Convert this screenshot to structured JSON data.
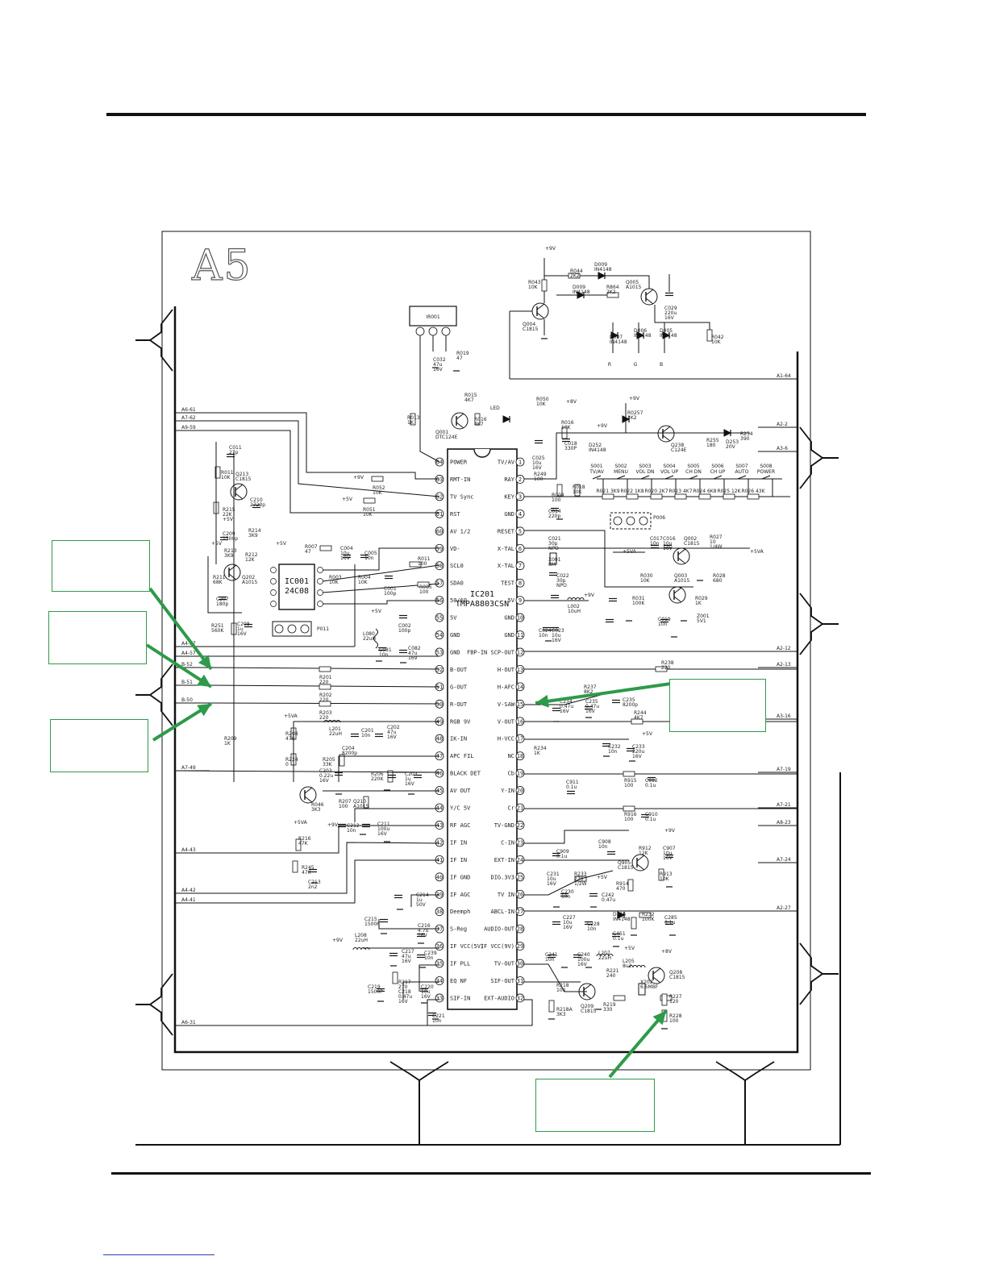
{
  "sheet": {
    "title": "A5",
    "ic_main": {
      "ref": "IC201",
      "part": "TMPA8803CSN"
    },
    "ic_eeprom": {
      "ref": "IC001",
      "part": "24C08"
    },
    "ir_module": "IR001",
    "p011": "P011",
    "p006": "P006",
    "left_pins": [
      {
        "n": "64",
        "l": "POWER"
      },
      {
        "n": "63",
        "l": "RMT-IN"
      },
      {
        "n": "62",
        "l": "TV Sync"
      },
      {
        "n": "61",
        "l": "RST"
      },
      {
        "n": "60",
        "l": "AV 1/2"
      },
      {
        "n": "59",
        "l": "VD-"
      },
      {
        "n": "58",
        "l": "SCL0"
      },
      {
        "n": "57",
        "l": "SDA0"
      },
      {
        "n": "56",
        "l": "50/60"
      },
      {
        "n": "55",
        "l": "5V"
      },
      {
        "n": "54",
        "l": "GND"
      },
      {
        "n": "53",
        "l": "GND"
      },
      {
        "n": "52",
        "l": "B-OUT"
      },
      {
        "n": "51",
        "l": "G-OUT"
      },
      {
        "n": "50",
        "l": "R-OUT"
      },
      {
        "n": "49",
        "l": "RGB 9V"
      },
      {
        "n": "48",
        "l": "IK-IN"
      },
      {
        "n": "47",
        "l": "APC FIL"
      },
      {
        "n": "46",
        "l": "BLACK DET"
      },
      {
        "n": "45",
        "l": "AV OUT"
      },
      {
        "n": "44",
        "l": "Y/C 5V"
      },
      {
        "n": "43",
        "l": "RF AGC"
      },
      {
        "n": "42",
        "l": "IF IN"
      },
      {
        "n": "41",
        "l": "IF IN"
      },
      {
        "n": "40",
        "l": "IF GND"
      },
      {
        "n": "39",
        "l": "IF AGC"
      },
      {
        "n": "38",
        "l": "Deemph"
      },
      {
        "n": "37",
        "l": "S-Reg"
      },
      {
        "n": "36",
        "l": "IF VCC(5V)"
      },
      {
        "n": "35",
        "l": "IF PLL"
      },
      {
        "n": "34",
        "l": "EQ NF"
      },
      {
        "n": "33",
        "l": "SIF-IN"
      }
    ],
    "right_pins": [
      {
        "n": "1",
        "l": "TV/AV"
      },
      {
        "n": "2",
        "l": "RAY"
      },
      {
        "n": "3",
        "l": "KEY"
      },
      {
        "n": "4",
        "l": "GND"
      },
      {
        "n": "5",
        "l": "RESET"
      },
      {
        "n": "6",
        "l": "X-TAL"
      },
      {
        "n": "7",
        "l": "X-TAL"
      },
      {
        "n": "8",
        "l": "TEST"
      },
      {
        "n": "9",
        "l": "5V"
      },
      {
        "n": "10",
        "l": "GND"
      },
      {
        "n": "11",
        "l": "GND"
      },
      {
        "n": "12",
        "l": "FBP-IN SCP-OUT"
      },
      {
        "n": "13",
        "l": "H-OUT"
      },
      {
        "n": "14",
        "l": "H-AFC"
      },
      {
        "n": "15",
        "l": "V-SAW"
      },
      {
        "n": "16",
        "l": "V-OUT"
      },
      {
        "n": "17",
        "l": "H-VCC"
      },
      {
        "n": "18",
        "l": "NC"
      },
      {
        "n": "19",
        "l": "Cb"
      },
      {
        "n": "20",
        "l": "Y-IN"
      },
      {
        "n": "21",
        "l": "Cr"
      },
      {
        "n": "22",
        "l": "TV-GND"
      },
      {
        "n": "23",
        "l": "C-IN"
      },
      {
        "n": "24",
        "l": "EXT-IN"
      },
      {
        "n": "25",
        "l": "DIG.3V3"
      },
      {
        "n": "26",
        "l": "TV IN"
      },
      {
        "n": "27",
        "l": "ABCL-IN"
      },
      {
        "n": "28",
        "l": "AUDIO-OUT"
      },
      {
        "n": "29",
        "l": "IF VCC(9V)"
      },
      {
        "n": "30",
        "l": "TV-OUT"
      },
      {
        "n": "31",
        "l": "SIF-OUT"
      },
      {
        "n": "32",
        "l": "EXT-AUDIO"
      }
    ],
    "net_labels_left": [
      "A6-61",
      "A7-62",
      "A9-59",
      "A4-57",
      "A4-57",
      "B-52",
      "B-51",
      "B-50",
      "A7-49",
      "A4-43",
      "A4-42",
      "A4-41",
      "A6-31"
    ],
    "net_labels_right": [
      "A1-64",
      "A2-2",
      "A3-6",
      "A2-12",
      "A2-13",
      "A3-16",
      "A7-19",
      "A7-21",
      "A8-23",
      "A7-24",
      "A2-27"
    ],
    "key_switches": [
      "TV/AV",
      "MENU",
      "VOL DN",
      "VOL UP",
      "CH DN",
      "CH UP",
      "AUTO",
      "POWER"
    ],
    "key_switch_refs": [
      "S001",
      "S002",
      "S003",
      "S004",
      "S005",
      "S006",
      "S007",
      "S008"
    ],
    "key_resistors": [
      "R021 3K9",
      "R022 1K8",
      "R020 2K7",
      "R023 4K7",
      "R024 6K8",
      "R025 12K",
      "R026 43K"
    ],
    "supplies": [
      "+9V",
      "+5V",
      "+5V",
      "+5V",
      "+5V",
      "+8V",
      "+9V",
      "+9V",
      "+5VA",
      "+5VA"
    ],
    "components": [
      "R043 10K",
      "R044 2K2",
      "D009 IN4148",
      "D009 IN4148",
      "R864 2K2",
      "Q005 A1015",
      "C029 220u 16V",
      "Q004 C1815",
      "D007 IN4148",
      "D006 IN4148",
      "D005 IN4148",
      "R042 10K",
      "C032 47u 16V",
      "R019 47",
      "R015 4K7",
      "R050 10K",
      "R013 1K",
      "Q001 DTC124E",
      "R016 4K7",
      "LED",
      "R016 10K",
      "C018 330P",
      "C025 10u 16V",
      "R249 100",
      "R0257 2K2",
      "D252 IN4148",
      "Q238 C124E",
      "R255 180",
      "D253 20V",
      "R254 390",
      "C011 27p",
      "R011 10K",
      "Q213 C1815",
      "R215 22K",
      "C210 2720p",
      "R214 3K9",
      "C209 1500p",
      "R213 3K9",
      "R212 12K",
      "R211 68K",
      "Q202 A1015",
      "C207 180p",
      "R251 560K",
      "C208 1u 16V",
      "R052 10K",
      "R051 10K",
      "R007 47",
      "C004 10u 16V",
      "C005 10n",
      "R011 100",
      "R003 10K",
      "R004 10K",
      "C001 100p",
      "R005 100",
      "C002 100p",
      "L080 22uH",
      "C081 10n",
      "C082 47u 16V",
      "R009 100",
      "R018 10K",
      "C014 220p",
      "C021 30p NPO",
      "X001 8M",
      "C022 30p NPO",
      "L002 10uH",
      "C024 10n",
      "C023 10u 16V",
      "C017 10n",
      "C016 10u 16V",
      "Q002 C1815",
      "R027 10 1/4W",
      "R030 10K",
      "Q003 A1015",
      "R031 100K",
      "R028 680",
      "R029 1K",
      "C019 10n",
      "Z001 5V1",
      "R238 220",
      "R201 220",
      "R202 220",
      "R203 220",
      "L201 22uH",
      "C201 10n",
      "C202 47u 16V",
      "R208 470",
      "R224 0",
      "R205 33K",
      "C204 8200p",
      "C203 0.22u 16V",
      "R206 220K",
      "C203 1u 16V",
      "R207 100",
      "Q210 A1015",
      "R046 3K3",
      "C212 10n",
      "C211 100u 16V",
      "R216 47K",
      "R245 47K",
      "C213 2n2",
      "R237 8K2",
      "C235 0.47u 16V",
      "C235 8200p",
      "C234 0.47u 16V",
      "R244 4K7",
      "R234 1K",
      "C232 10n",
      "C233 220u 16V",
      "R915 100",
      "C912 0.1u",
      "C911 0.1u",
      "R916 100",
      "C910 0.1u",
      "C908 10n",
      "R912 12K",
      "C907 10u 16V",
      "C909 0.1u",
      "Q905 C1815",
      "R913 10K",
      "R914 470",
      "C231 10u 16V",
      "R233 270 1/2W",
      "C230 10n",
      "C242 0.47u",
      "D216 IN4148",
      "R232 100K",
      "C285 0.1u",
      "C214 1u 50V",
      "C215 1500P",
      "C216 4.7u 16V",
      "C227 10u 16V",
      "C228 10n",
      "C451 0.1u",
      "L208 22uH",
      "C217 47u 16V",
      "C239 10n",
      "C241 10n",
      "C240 100u 16V",
      "L207 22uH",
      "C219 1500P",
      "R217 270",
      "C218 0.47u 16V",
      "C220 10u 16V",
      "C221 10n",
      "R218 100",
      "R218A 3K3",
      "Q209 C1815",
      "R219 330",
      "R221 240",
      "L205 8u2",
      "X202 6.5MBF",
      "Q208 C1815",
      "R227 120",
      "R228 100",
      "R209 1K"
    ],
    "outputs": [
      "R",
      "G",
      "B"
    ],
    "ground_label": "GND"
  },
  "callouts": [
    {
      "label": ""
    },
    {
      "label": ""
    },
    {
      "label": ""
    },
    {
      "label": ""
    },
    {
      "label": ""
    }
  ],
  "colors": {
    "line": "#111111",
    "callout": "#2e9a4a",
    "arrow": "#2e9a4a"
  }
}
